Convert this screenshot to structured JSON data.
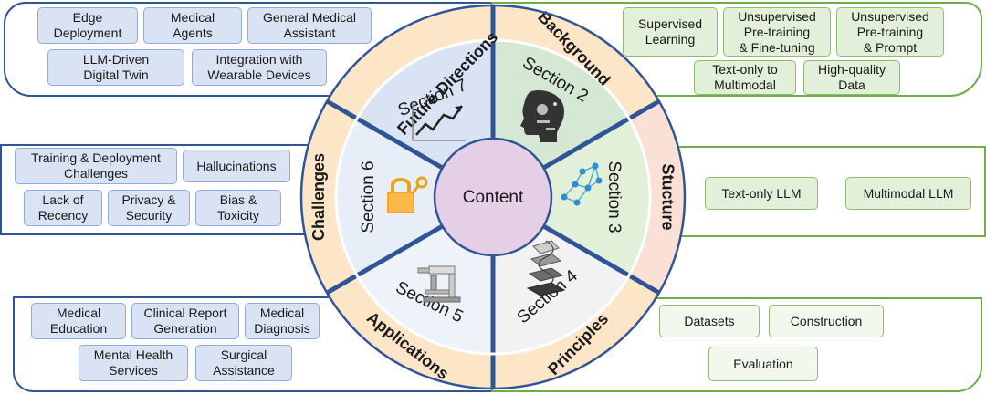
{
  "center": {
    "label": "Content"
  },
  "sectors": [
    {
      "key": "future",
      "ring_label": "Future Directions",
      "section_label": "Section 7",
      "ring_color": "#fde6c8",
      "inner_color": "#dae3f3",
      "icon": "trend-chart-icon"
    },
    {
      "key": "background",
      "ring_label": "Background",
      "section_label": "Section 2",
      "ring_color": "#fde6c8",
      "inner_color": "#d5e8d4",
      "icon": "robot-head-icon"
    },
    {
      "key": "structure",
      "ring_label": "Stucture",
      "section_label": "Section 3",
      "ring_color": "#fbe0d5",
      "inner_color": "#e2efd9",
      "icon": "neural-network-icon"
    },
    {
      "key": "principles",
      "ring_label": "Principles",
      "section_label": "Section 4",
      "ring_color": "#fde6c8",
      "inner_color": "#f2f2f2",
      "icon": "layers-icon"
    },
    {
      "key": "applications",
      "ring_label": "Applications",
      "section_label": "Section 5",
      "ring_color": "#fde6c8",
      "inner_color": "#eef2f9",
      "icon": "microscope-icon"
    },
    {
      "key": "challenges",
      "ring_label": "Challenges",
      "section_label": "Section 6",
      "ring_color": "#fde6c8",
      "inner_color": "#e8eef8",
      "icon": "padlock-icon"
    }
  ],
  "panels": {
    "future": [
      "Edge\nDeployment",
      "Medical\nAgents",
      "General Medical\nAssistant",
      "LLM-Driven\nDigital Twin",
      "Integration with\nWearable Devices"
    ],
    "background": [
      "Supervised\nLearning",
      "Unsupervised\nPre-training\n& Fine-tuning",
      "Unsupervised\nPre-training\n& Prompt",
      "Text-only to\nMultimodal",
      "High-quality\nData"
    ],
    "challenges": [
      "Training & Deployment\nChallenges",
      "Hallucinations",
      "Lack of\nRecency",
      "Privacy &\nSecurity",
      "Bias &\nToxicity"
    ],
    "structure": [
      "Text-only LLM",
      "Multimodal LLM"
    ],
    "applications": [
      "Medical\nEducation",
      "Clinical Report\nGeneration",
      "Medical\nDiagnosis",
      "Mental Health\nServices",
      "Surgical\nAssistance"
    ],
    "principles": [
      "Datasets",
      "Construction",
      "Evaluation"
    ]
  },
  "colors": {
    "blue_border": "#2f5597",
    "green_border": "#70ad47",
    "blue_tag": "#dae3f3",
    "green_tag": "#e2efd9",
    "center_fill": "#e5cfe6",
    "ring_text": "#1a1a1a"
  }
}
